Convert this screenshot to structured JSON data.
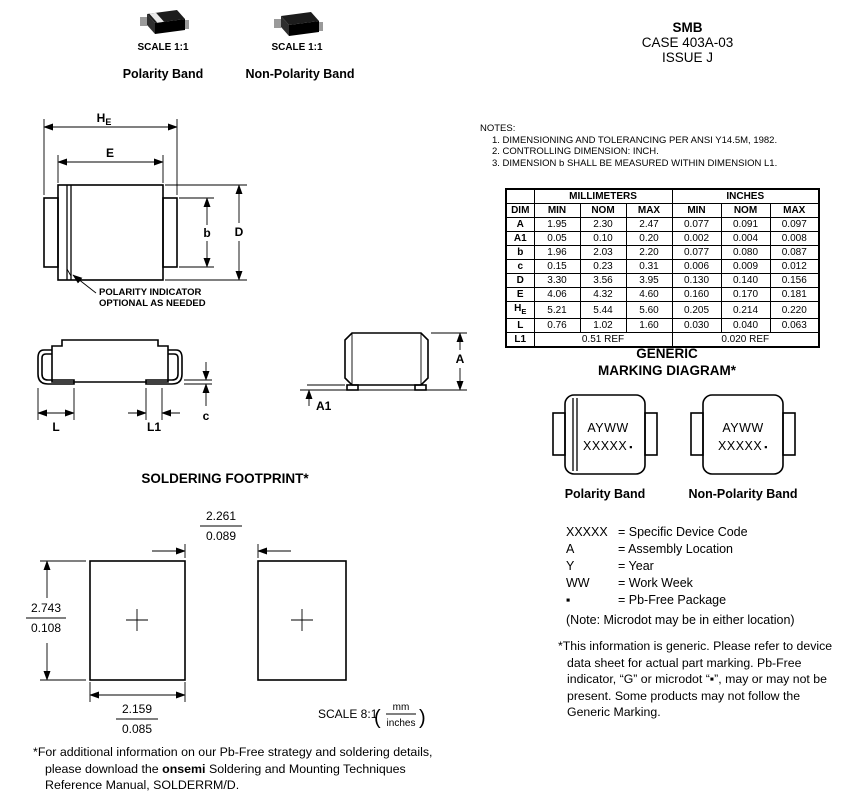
{
  "header": {
    "package_photos": {
      "photo1": {
        "scale": "SCALE 1:1",
        "label": "Polarity Band"
      },
      "photo2": {
        "scale": "SCALE 1:1",
        "label": "Non-Polarity Band"
      }
    },
    "title": "SMB",
    "case_line": "CASE 403A-03",
    "issue_line": "ISSUE J"
  },
  "notes": {
    "title": "NOTES:",
    "item1": "1. DIMENSIONING AND TOLERANCING PER ANSI Y14.5M, 1982.",
    "item2": "2. CONTROLLING DIMENSION: INCH.",
    "item3": "3. DIMENSION b SHALL BE MEASURED WITHIN DIMENSION L1."
  },
  "dim_table": {
    "group_mm": "MILLIMETERS",
    "group_inch": "INCHES",
    "dim_header": "DIM",
    "min": "MIN",
    "nom": "NOM",
    "max": "MAX",
    "rows": [
      {
        "dim": "A",
        "mm": [
          "1.95",
          "2.30",
          "2.47"
        ],
        "inch": [
          "0.077",
          "0.091",
          "0.097"
        ]
      },
      {
        "dim": "A1",
        "mm": [
          "0.05",
          "0.10",
          "0.20"
        ],
        "inch": [
          "0.002",
          "0.004",
          "0.008"
        ]
      },
      {
        "dim": "b",
        "mm": [
          "1.96",
          "2.03",
          "2.20"
        ],
        "inch": [
          "0.077",
          "0.080",
          "0.087"
        ]
      },
      {
        "dim": "c",
        "mm": [
          "0.15",
          "0.23",
          "0.31"
        ],
        "inch": [
          "0.006",
          "0.009",
          "0.012"
        ]
      },
      {
        "dim": "D",
        "mm": [
          "3.30",
          "3.56",
          "3.95"
        ],
        "inch": [
          "0.130",
          "0.140",
          "0.156"
        ]
      },
      {
        "dim": "E",
        "mm": [
          "4.06",
          "4.32",
          "4.60"
        ],
        "inch": [
          "0.160",
          "0.170",
          "0.181"
        ]
      },
      {
        "dim_main": "H",
        "dim_sub": "E",
        "mm": [
          "5.21",
          "5.44",
          "5.60"
        ],
        "inch": [
          "0.205",
          "0.214",
          "0.220"
        ]
      },
      {
        "dim": "L",
        "mm": [
          "0.76",
          "1.02",
          "1.60"
        ],
        "inch": [
          "0.030",
          "0.040",
          "0.063"
        ]
      },
      {
        "dim": "L1",
        "mm_ref": "0.51 REF",
        "inch_ref": "0.020 REF"
      }
    ]
  },
  "top_view": {
    "he_main": "H",
    "he_sub": "E",
    "e": "E",
    "b": "b",
    "d": "D",
    "callout1": "POLARITY INDICATOR",
    "callout2": "OPTIONAL AS NEEDED"
  },
  "side_view": {
    "l": "L",
    "l1": "L1",
    "c": "c"
  },
  "end_view": {
    "a": "A",
    "a1": "A1"
  },
  "footprint": {
    "title": "SOLDERING FOOTPRINT*",
    "gap_mm": "2.261",
    "gap_in": "0.089",
    "height_mm": "2.743",
    "height_in": "0.108",
    "width_mm": "2.159",
    "width_in": "0.085",
    "scale": "SCALE 8:1",
    "paren_open": "(",
    "paren_close": ")",
    "unit_top": "mm",
    "unit_bottom": "inches"
  },
  "marking": {
    "title1": "GENERIC",
    "title2": "MARKING DIAGRAM*",
    "line1": "AYWW",
    "line2": "XXXXX",
    "dot": "▪",
    "label1": "Polarity Band",
    "label2": "Non-Polarity Band",
    "legend": {
      "k1": "XXXXX",
      "v1": "= Specific Device Code",
      "k2": "A",
      "v2": "= Assembly Location",
      "k3": "Y",
      "v3": "= Year",
      "k4": "WW",
      "v4": "= Work Week",
      "k5": "▪",
      "v5": "= Pb-Free Package"
    },
    "note": "(Note: Microdot may be in either location)",
    "disclaimer": "*This information is generic. Please refer to device data sheet for actual part marking. Pb-Free indicator, “G” or microdot “▪”, may or may not be present. Some products may not follow the Generic Marking."
  },
  "footer": {
    "part1": "*For additional information on our Pb-Free strategy and soldering details, please download the ",
    "brand": "onsemi",
    "part2": " Soldering and Mounting Techniques Reference Manual, SOLDERRM/D."
  }
}
